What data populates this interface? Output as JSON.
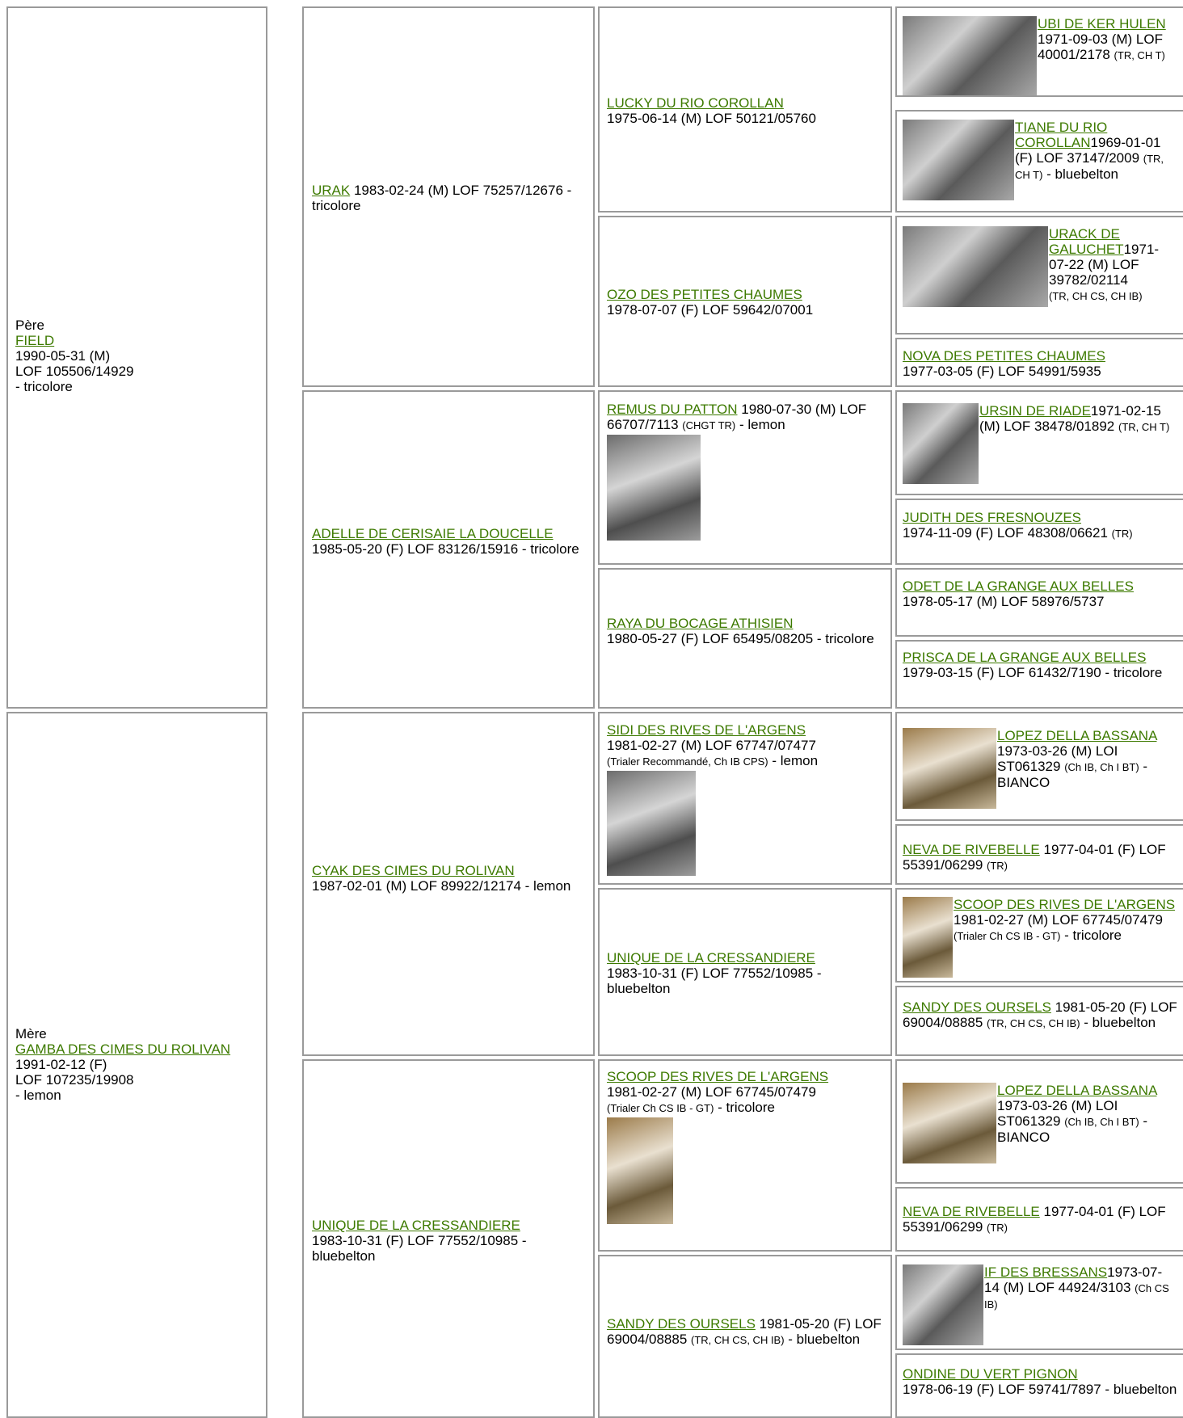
{
  "g1": {
    "label": "Père",
    "name": "FIELD",
    "line1": "1990-05-31 (M)",
    "line2": "LOF 105506/14929",
    "line3": "- tricolore",
    "p": {
      "name": "URAK",
      "rest": " 1983-02-24 (M) LOF 75257/12676 - tricolore",
      "pp": {
        "name": "LUCKY DU RIO COROLLAN",
        "rest": "1975-06-14 (M) LOF 50121/05760",
        "a": {
          "name": "UBI DE KER HULEN",
          "rest": " 1971-09-03 (M) LOF 40001/2178 ",
          "small": "(TR, CH T)",
          "tail": ""
        },
        "b": {
          "name": "TIANE DU RIO COROLLAN",
          "rest": "1969-01-01 (F) LOF 37147/2009 ",
          "small": "(TR, CH T)",
          "tail": " - bluebelton"
        }
      },
      "pm": {
        "name": "OZO DES PETITES CHAUMES",
        "rest": "1978-07-07 (F) LOF 59642/07001",
        "a": {
          "name": "URACK DE GALUCHET",
          "rest": "1971-07-22 (M) LOF 39782/02114",
          "small": "(TR, CH CS, CH IB)",
          "tail": ""
        },
        "b": {
          "name": "NOVA DES PETITES CHAUMES",
          "rest": "1977-03-05 (F) LOF 54991/5935"
        }
      }
    },
    "m": {
      "name": "ADELLE DE CERISAIE LA DOUCELLE",
      "rest": " 1985-05-20 (F) LOF 83126/15916 - tricolore",
      "pp": {
        "name": "REMUS DU PATTON",
        "rest": " 1980-07-30 (M) LOF 66707/7113 ",
        "small": "(CHGT TR)",
        "tail": " - lemon",
        "a": {
          "name": "URSIN DE RIADE",
          "rest": "1971-02-15 (M) LOF 38478/01892 ",
          "small": "(TR, CH T)",
          "tail": ""
        },
        "b": {
          "name": "JUDITH DES FRESNOUZES",
          "rest": "1974-11-09 (F) LOF 48308/06621 ",
          "small": "(TR)"
        }
      },
      "pm": {
        "name": "RAYA DU BOCAGE ATHISIEN",
        "rest": "1980-05-27 (F) LOF 65495/08205 - tricolore",
        "a": {
          "name": "ODET DE LA GRANGE AUX BELLES",
          "rest": "1978-05-17 (M) LOF 58976/5737"
        },
        "b": {
          "name": "PRISCA DE LA GRANGE AUX BELLES",
          "rest": " 1979-03-15 (F) LOF 61432/7190 - tricolore"
        }
      }
    }
  },
  "g2": {
    "label": "Mère",
    "name": "GAMBA DES CIMES DU ROLIVAN",
    "line1": "1991-02-12 (F)",
    "line2": "LOF 107235/19908",
    "line3": "- lemon",
    "p": {
      "name": "CYAK DES CIMES DU ROLIVAN",
      "rest": "1987-02-01 (M) LOF 89922/12174 - lemon",
      "pp": {
        "name": "SIDI DES RIVES DE L'ARGENS",
        "rest": "1981-02-27 (M) LOF 67747/07477",
        "small": "(Trialer Recommandé, Ch IB CPS)",
        "tail": " - lemon",
        "a": {
          "name": "LOPEZ DELLA BASSANA",
          "rest": " 1973-03-26 (M) LOI ST061329 ",
          "small": "(Ch IB, Ch I BT)",
          "tail": " - BIANCO"
        },
        "b": {
          "name": "NEVA DE RIVEBELLE",
          "rest": " 1977-04-01 (F) LOF 55391/06299 ",
          "small": "(TR)"
        }
      },
      "pm": {
        "name": "UNIQUE DE LA CRESSANDIERE",
        "rest": "1983-10-31 (F) LOF 77552/10985 - bluebelton",
        "a": {
          "name": "SCOOP DES RIVES DE L'ARGENS",
          "rest": " 1981-02-27 (M) LOF 67745/07479 ",
          "small": "(Trialer Ch CS IB - GT)",
          "tail": " - tricolore"
        },
        "b": {
          "name": "SANDY DES OURSELS",
          "rest": " 1981-05-20 (F) LOF 69004/08885 ",
          "small": "(TR, CH CS, CH IB)",
          "tail": " - bluebelton"
        }
      }
    },
    "m": {
      "name": "UNIQUE DE LA CRESSANDIERE",
      "rest": "1983-10-31 (F) LOF 77552/10985 - bluebelton",
      "pp": {
        "name": "SCOOP DES RIVES DE L'ARGENS",
        "rest": "1981-02-27 (M) LOF 67745/07479",
        "small": "(Trialer Ch CS IB - GT)",
        "tail": " - tricolore",
        "a": {
          "name": "LOPEZ DELLA BASSANA",
          "rest": " 1973-03-26 (M) LOI ST061329 ",
          "small": "(Ch IB, Ch I BT)",
          "tail": " - BIANCO"
        },
        "b": {
          "name": "NEVA DE RIVEBELLE",
          "rest": " 1977-04-01 (F) LOF 55391/06299 ",
          "small": "(TR)"
        }
      },
      "pm": {
        "name": "SANDY DES OURSELS",
        "rest": " 1981-05-20 (F) LOF 69004/08885 ",
        "small": "(TR, CH CS, CH IB)",
        "tail": " - bluebelton",
        "a": {
          "name": "IF DES BRESSANS",
          "rest": "1973-07-14 (M) LOF 44924/3103 ",
          "small": "(Ch CS IB)",
          "tail": ""
        },
        "b": {
          "name": "ONDINE DU VERT PIGNON",
          "rest": "1978-06-19 (F) LOF 59741/7897 - bluebelton"
        }
      }
    }
  }
}
